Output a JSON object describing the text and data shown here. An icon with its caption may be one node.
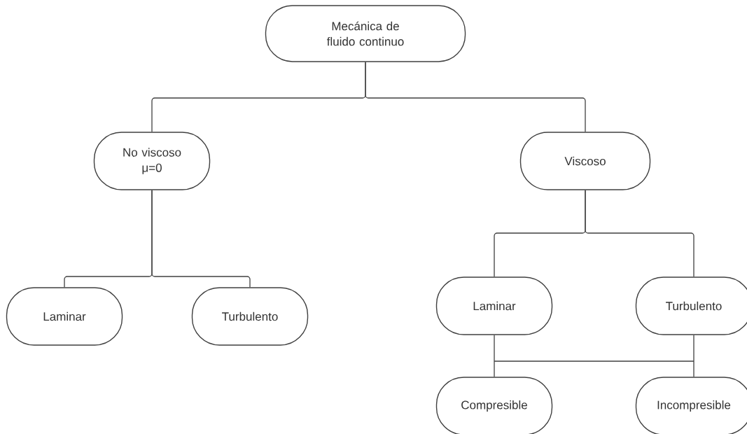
{
  "diagram": {
    "nodes": [
      {
        "text": [
          "Mecánica de fluido continuo"
        ]
      },
      {
        "text": [
          "No viscoso μ=0"
        ]
      },
      {
        "text": [
          "Viscoso"
        ]
      },
      {
        "text": [
          "Laminar"
        ]
      },
      {
        "text": [
          "Turbulento"
        ]
      },
      {
        "text": [
          "Laminar"
        ]
      },
      {
        "text": [
          "Turbulento"
        ]
      },
      {
        "text": [
          "Compresible"
        ]
      },
      {
        "text": [
          "Incompresible"
        ]
      }
    ],
    "edges": [
      {
        "from": 0,
        "to": 1,
        "arrow": "none"
      },
      {
        "from": 0,
        "to": 2,
        "arrow": "none"
      },
      {
        "from": 1,
        "to": 3,
        "arrow": "none"
      },
      {
        "from": 1,
        "to": 4,
        "arrow": "none"
      },
      {
        "from": 2,
        "to": 5,
        "arrow": "none"
      },
      {
        "from": 2,
        "to": 6,
        "arrow": "none"
      },
      {
        "from": 5,
        "to": 7,
        "arrow": "none"
      },
      {
        "from": 5,
        "to": 8,
        "arrow": "none"
      },
      {
        "from": 6,
        "to": 7,
        "arrow": "none"
      },
      {
        "from": 6,
        "to": 8,
        "arrow": "none"
      }
    ]
  }
}
